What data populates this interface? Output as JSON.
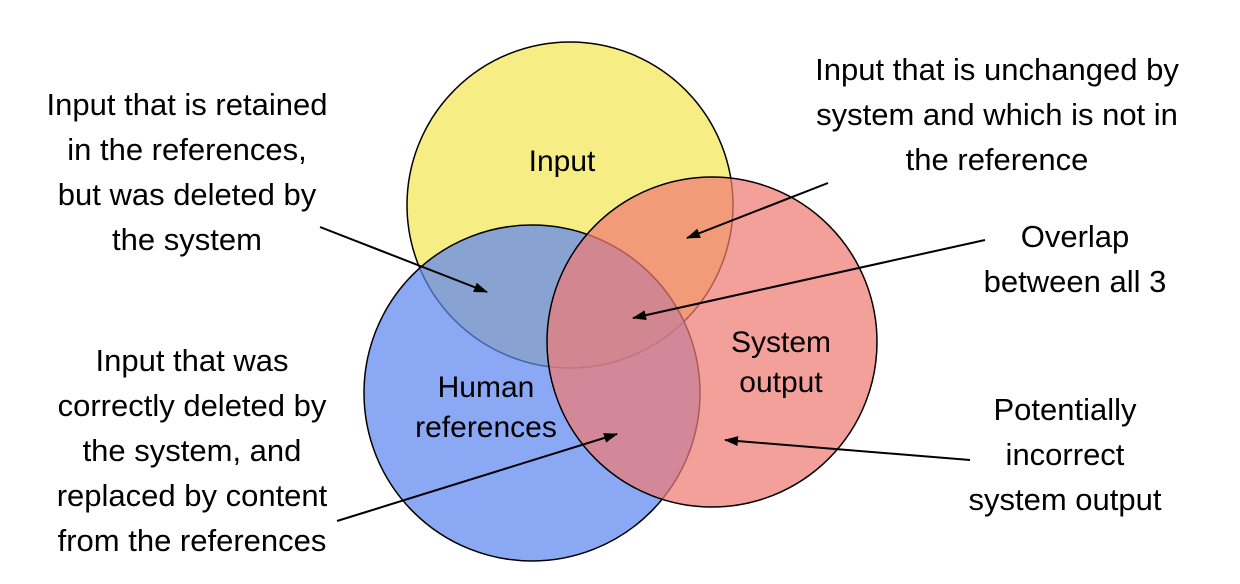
{
  "circles": {
    "input": {
      "label": "Input",
      "color": "#f5ea6e"
    },
    "system_output": {
      "label_lines": [
        "System",
        "output"
      ],
      "color": "#ee7b74"
    },
    "human_references": {
      "label_lines": [
        "Human",
        "references"
      ],
      "color": "#5d86f0"
    }
  },
  "annotations": {
    "retained": {
      "lines": [
        "Input that is retained",
        "in the references,",
        "but was deleted by",
        "the system"
      ]
    },
    "unchanged": {
      "lines": [
        "Input that is unchanged by",
        "system and which is not in",
        "the reference"
      ]
    },
    "overlap_all": {
      "lines": [
        "Overlap",
        "between all 3"
      ]
    },
    "correctly_deleted": {
      "lines": [
        "Input that was",
        "correctly deleted by",
        "the system, and",
        "replaced by content",
        "from the references"
      ]
    },
    "incorrect_output": {
      "lines": [
        "Potentially",
        "incorrect",
        "system output"
      ]
    }
  }
}
